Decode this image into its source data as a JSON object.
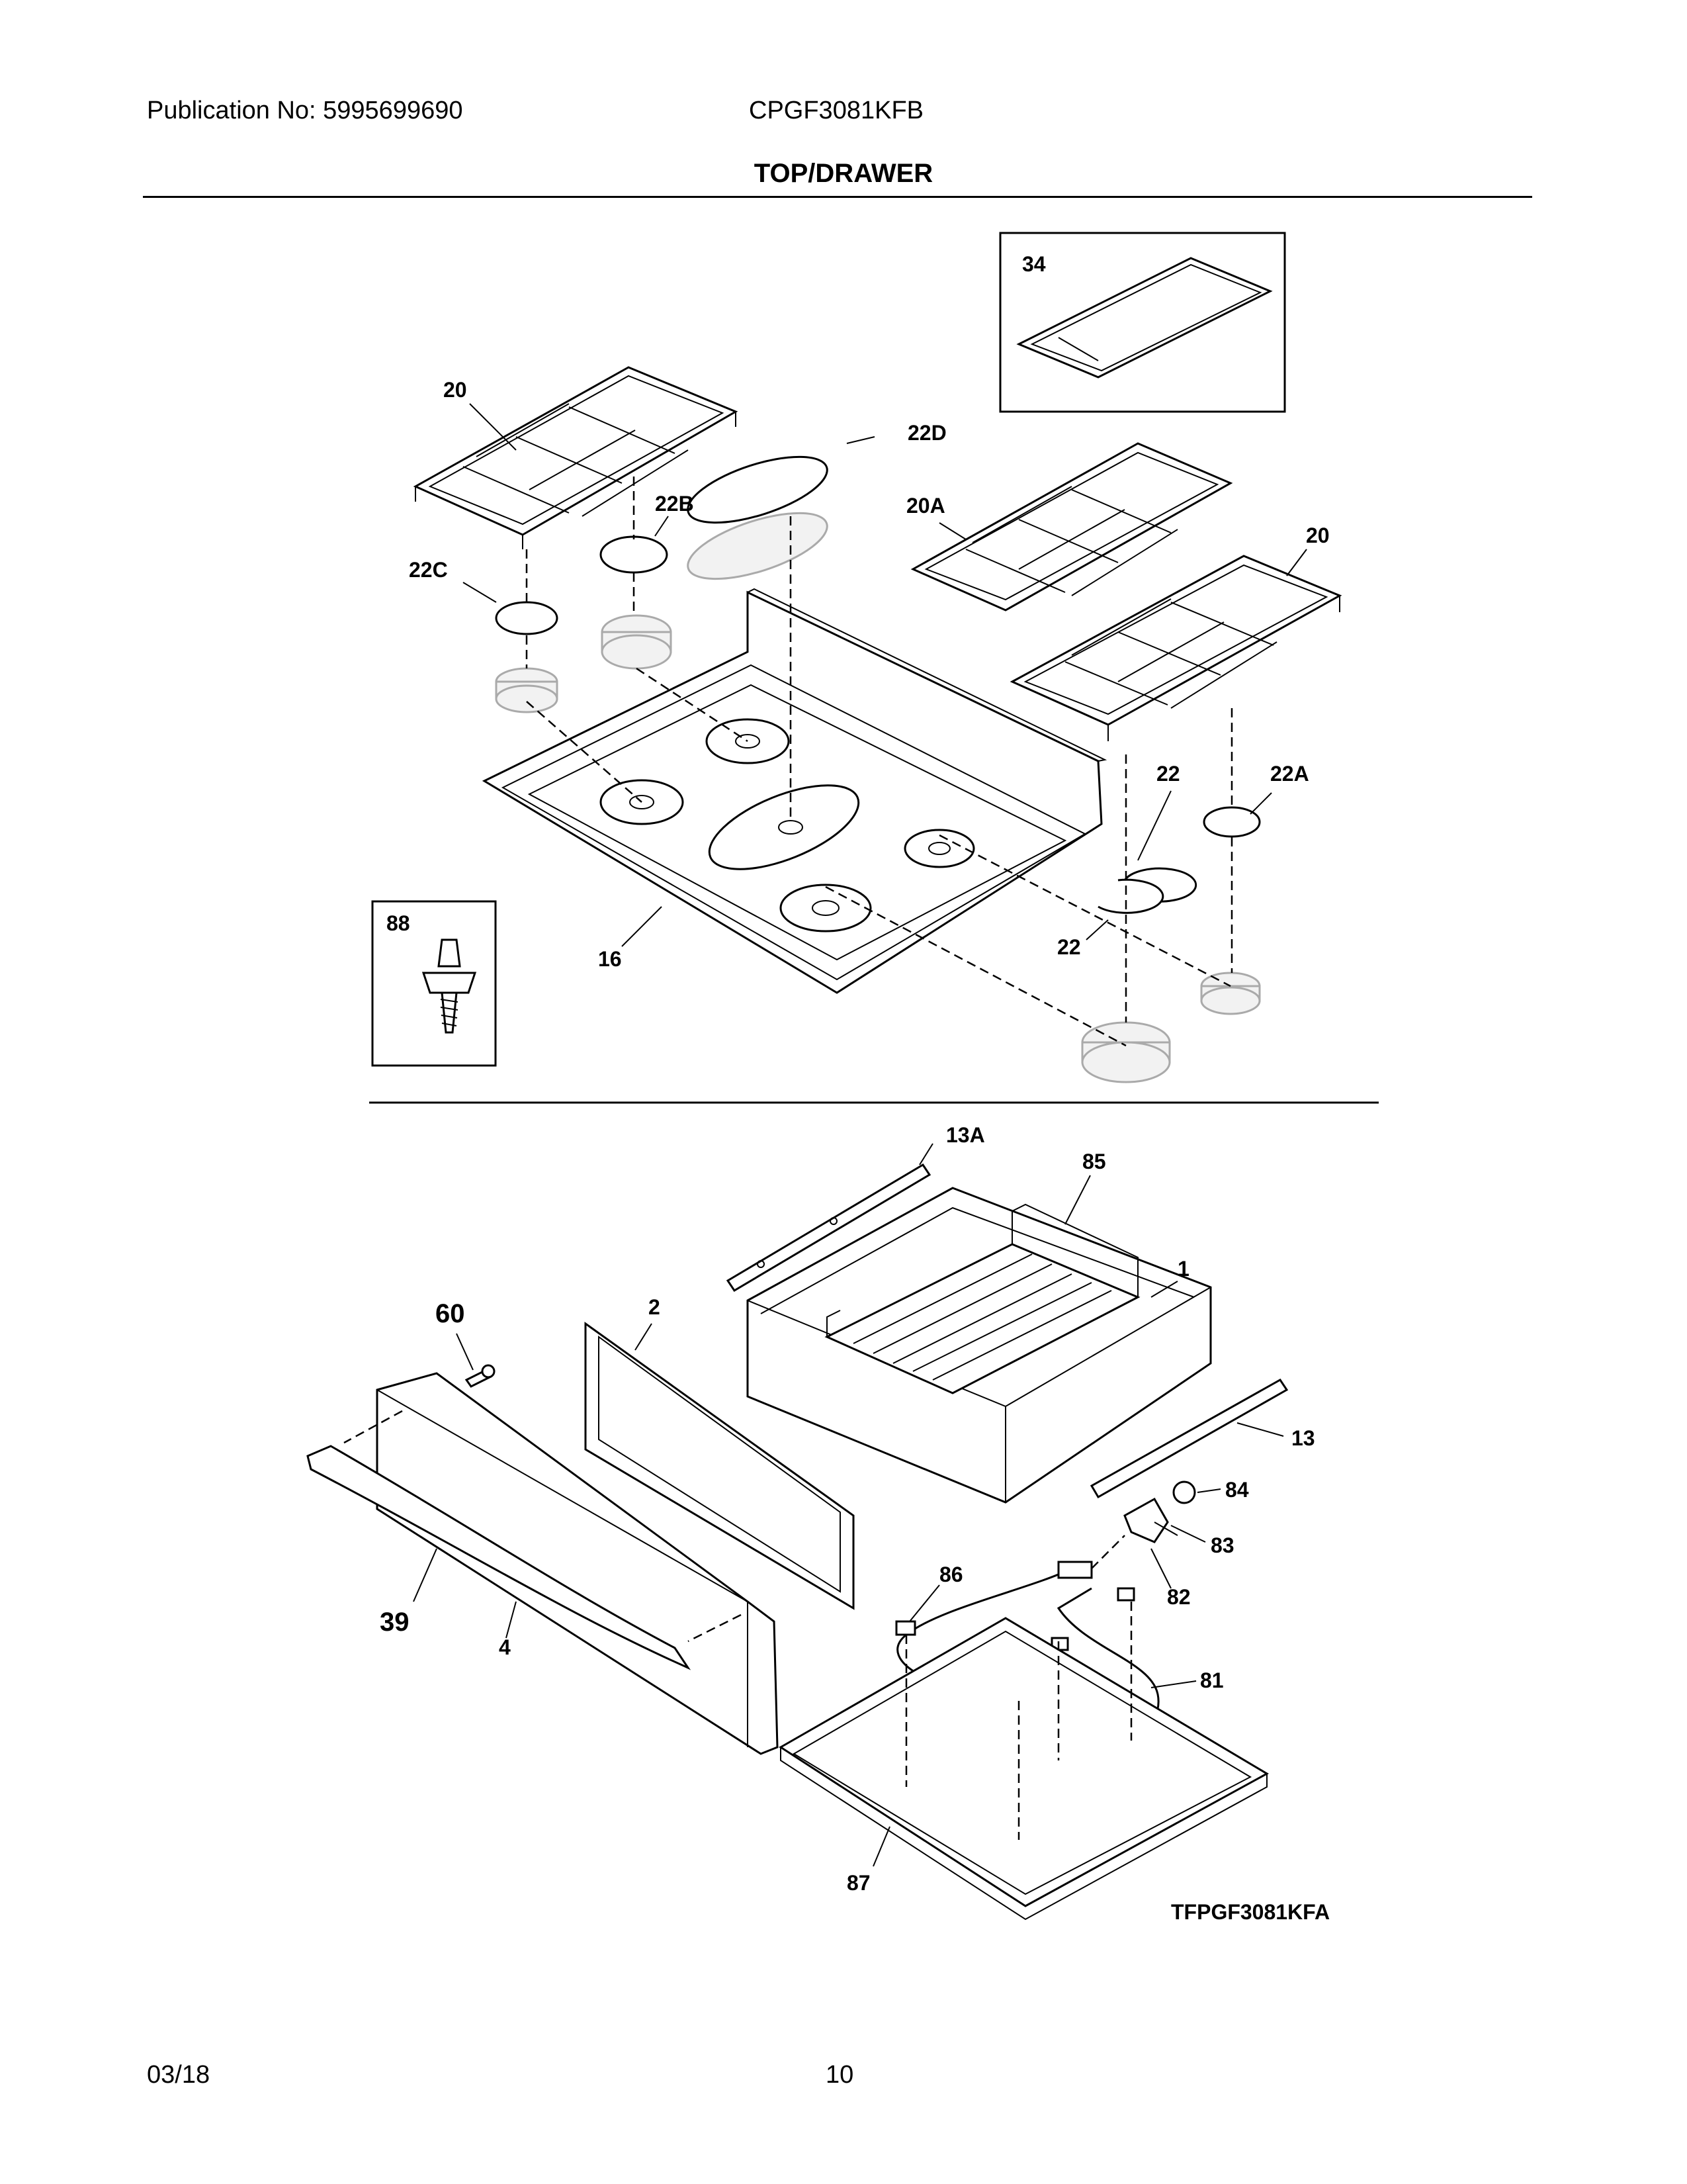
{
  "header": {
    "publication": "Publication No: 5995699690",
    "model": "CPGF3081KFB",
    "section_title": "TOP/DRAWER"
  },
  "footer": {
    "date": "03/18",
    "page": "10"
  },
  "drawing_id": "TFPGF3081KFA",
  "callouts": {
    "c34": "34",
    "c20a": "20",
    "c22d": "22D",
    "c22b": "22B",
    "c20A": "20A",
    "c20b": "20",
    "c22c": "22C",
    "c22": "22",
    "c22a": "22A",
    "c22bottom": "22",
    "c88": "88",
    "c16": "16",
    "c13a": "13A",
    "c85": "85",
    "c1": "1",
    "c60": "60",
    "c2": "2",
    "c13": "13",
    "c84": "84",
    "c83": "83",
    "c82": "82",
    "c86": "86",
    "c39": "39",
    "c4": "4",
    "c81": "81",
    "c87": "87"
  }
}
